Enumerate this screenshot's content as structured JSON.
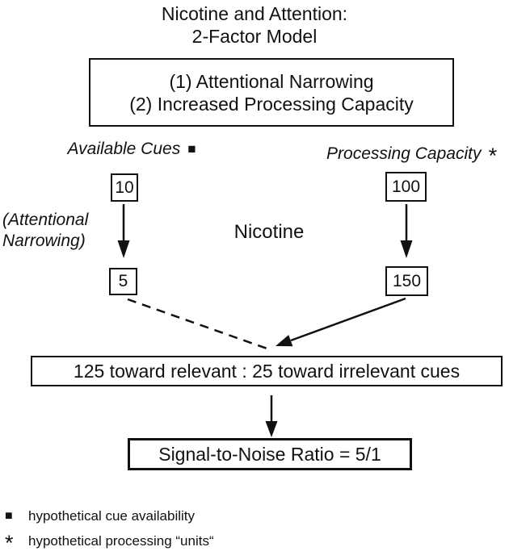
{
  "title": {
    "line1": "Nicotine and Attention:",
    "line2": "2-Factor Model"
  },
  "factors_box": {
    "line1": "(1) Attentional Narrowing",
    "line2": "(2) Increased Processing Capacity"
  },
  "columns": {
    "left": {
      "label": "Available Cues",
      "marker": "■",
      "value_before": "10",
      "value_after": "5",
      "annotation_line1": "(Attentional",
      "annotation_line2": "Narrowing)"
    },
    "right": {
      "label": "Processing Capacity",
      "marker": "*",
      "value_before": "100",
      "value_after": "150"
    }
  },
  "center": {
    "nicotine_label": "Nicotine"
  },
  "ratio_box": {
    "text": "125 toward relevant : 25 toward irrelevant cues"
  },
  "result_box": {
    "text": "Signal-to-Noise Ratio = 5/1"
  },
  "footnotes": [
    {
      "marker": "■",
      "text": "hypothetical cue availability"
    },
    {
      "marker": "*",
      "text": "hypothetical processing “units“"
    }
  ],
  "colors": {
    "ink": "#111111",
    "background": "#ffffff"
  }
}
